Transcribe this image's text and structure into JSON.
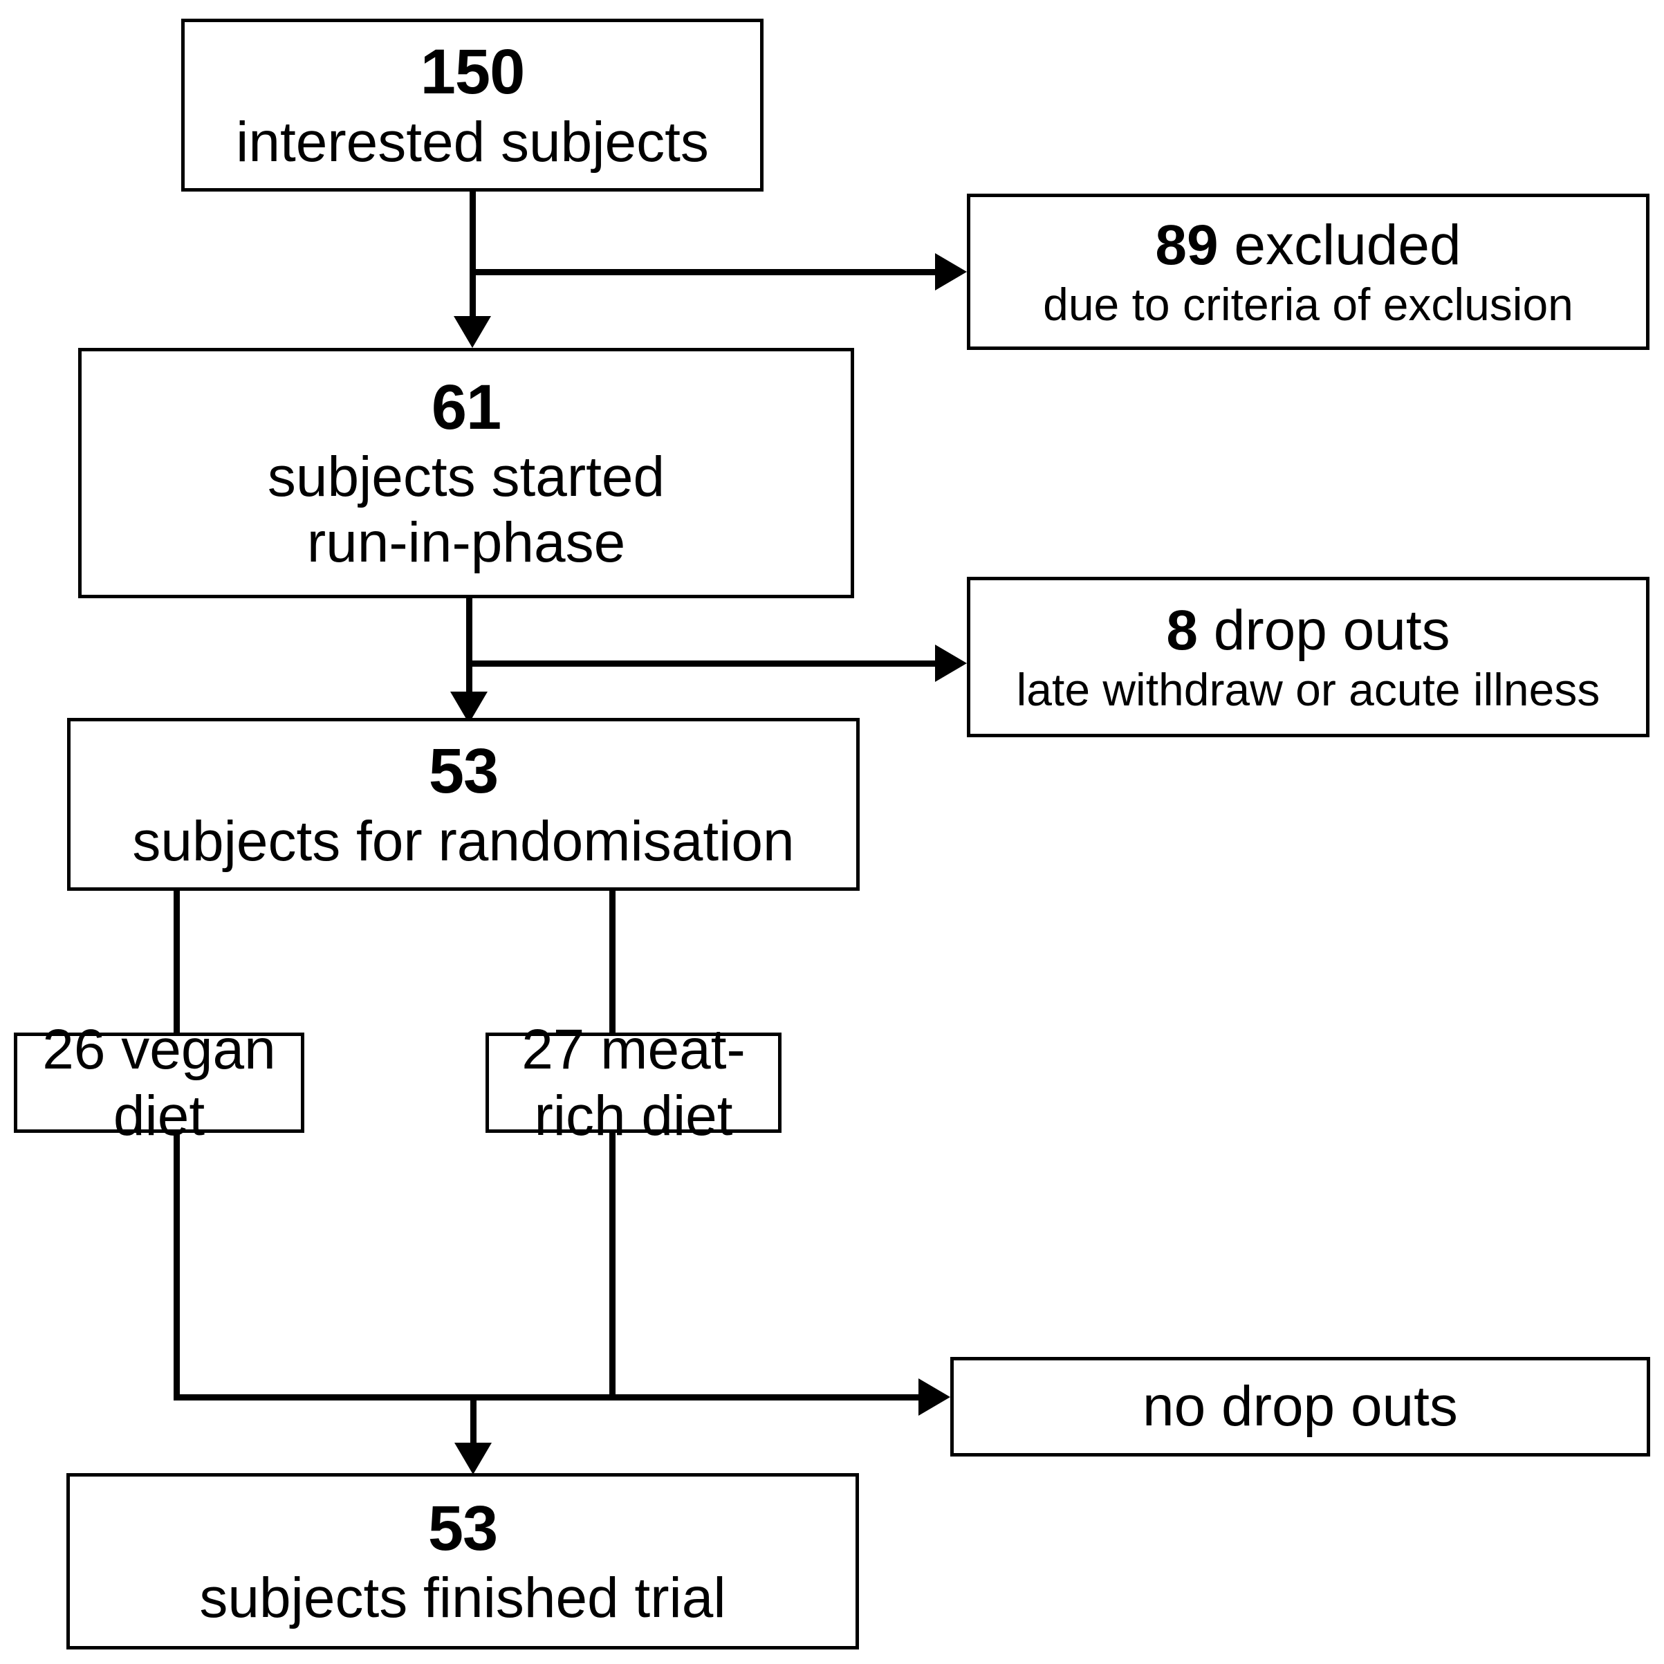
{
  "diagram": {
    "type": "flowchart",
    "title": "Study participant flow diagram",
    "orientation": "top-to-bottom",
    "colors": {
      "background": "#ffffff",
      "border": "#000000",
      "text": "#000000"
    },
    "nodes": {
      "interested": {
        "count": "150",
        "label": "interested subjects"
      },
      "excluded": {
        "headline": "89 excluded",
        "count": "89",
        "word": "excluded",
        "detail": "due to criteria of exclusion"
      },
      "run_in": {
        "count": "61",
        "label_line1": "subjects started",
        "label_line2": "run-in-phase"
      },
      "dropouts_runin": {
        "headline": "8 drop outs",
        "count": "8",
        "word": "drop outs",
        "detail": "late withdraw or acute illness"
      },
      "randomisation": {
        "count": "53",
        "label": "subjects for randomisation"
      },
      "vegan": {
        "label": "26 vegan diet",
        "count": "26",
        "diet": "vegan diet"
      },
      "meat": {
        "label": "27 meat-rich diet",
        "count": "27",
        "diet": "meat-rich diet"
      },
      "no_dropouts": {
        "label": "no drop outs"
      },
      "finished": {
        "count": "53",
        "label": "subjects finished trial"
      }
    },
    "edges": [
      {
        "from": "interested",
        "to": "run_in",
        "kind": "arrow-down"
      },
      {
        "from": "interested",
        "to": "excluded",
        "kind": "arrow-right"
      },
      {
        "from": "run_in",
        "to": "randomisation",
        "kind": "arrow-down"
      },
      {
        "from": "run_in",
        "to": "dropouts_runin",
        "kind": "arrow-right"
      },
      {
        "from": "randomisation",
        "to": "vegan",
        "kind": "line"
      },
      {
        "from": "randomisation",
        "to": "meat",
        "kind": "line"
      },
      {
        "from": "vegan",
        "to": "finished",
        "kind": "arrow-down"
      },
      {
        "from": "meat",
        "to": "finished",
        "kind": "arrow-down"
      },
      {
        "from": "arms",
        "to": "no_dropouts",
        "kind": "arrow-right"
      }
    ]
  }
}
